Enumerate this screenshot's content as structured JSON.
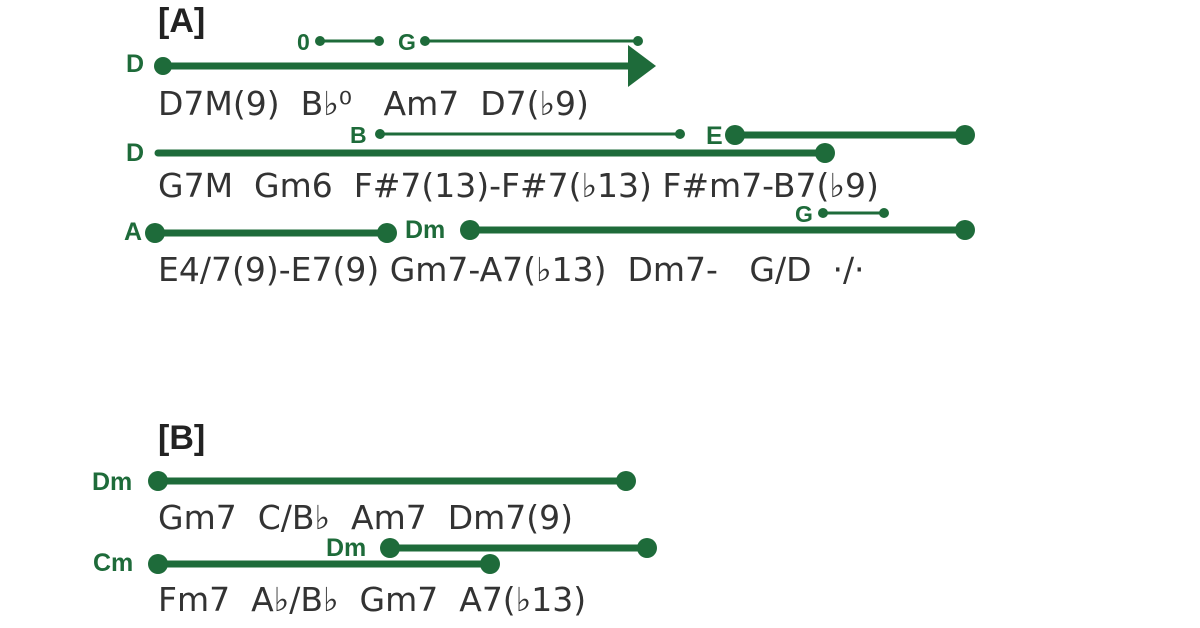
{
  "section_a": {
    "label": "[A]",
    "rows": [
      {
        "key": "D",
        "chords": "D7M(9)  B♭⁰   Am7  D7(♭9)",
        "secondary": [
          "0",
          "G"
        ]
      },
      {
        "key": "D",
        "chords": "G7M  Gm6  F#7(13)-F#7(♭13) F#m7-B7(♭9)",
        "secondary": [
          "B",
          "E"
        ]
      },
      {
        "key": "A",
        "chords": "E4/7(9)-E7(9) Gm7-A7(♭13)  Dm7-   G/D  ·/·",
        "secondary": [
          "Dm",
          "G"
        ]
      }
    ]
  },
  "section_b": {
    "label": "[B]",
    "rows": [
      {
        "key": "Dm",
        "chords": "Gm7  C/B♭  Am7  Dm7(9)",
        "secondary": []
      },
      {
        "key": "Cm",
        "chords": "Fm7  A♭/B♭  Gm7  A7(♭13)",
        "secondary": [
          "Dm"
        ]
      }
    ]
  },
  "colors": {
    "line": "#1e6b3a",
    "text": "#333333",
    "heading": "#222222"
  }
}
